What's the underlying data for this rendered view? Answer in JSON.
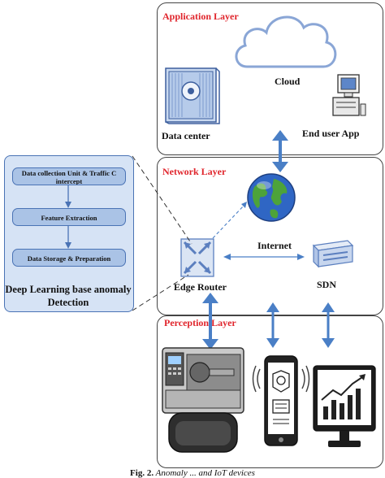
{
  "layers": {
    "application": {
      "title": "Application Layer"
    },
    "network": {
      "title": "Network Layer"
    },
    "perception": {
      "title": "Perception Layer"
    }
  },
  "labels": {
    "cloud": "Cloud",
    "data_center": "Data center",
    "end_user_app": "End user App",
    "internet": "Internet",
    "edge_router": "Edge Router",
    "sdn": "SDN"
  },
  "deep_learning": {
    "steps": [
      "Data collection Unit & Traffic C intercept",
      "Feature Extraction",
      "Data Storage & Preparation"
    ],
    "title": "Deep Learning base anomaly Detection"
  },
  "caption": {
    "prefix": "Fig. 2.",
    "text": "Anomaly ... and IoT devices"
  },
  "colors": {
    "layer_title": "#e0252c",
    "arrow_blue": "#4a7fc6",
    "panel_fill": "#d6e3f5",
    "step_fill": "#aac3e6",
    "border": "#444444"
  },
  "icons": [
    "cloud-icon",
    "server-rack-icon",
    "computer-icon",
    "globe-icon",
    "router-icon",
    "sdn-switch-icon",
    "cnc-machine-icon",
    "smartphone-icon",
    "monitor-chart-icon"
  ]
}
